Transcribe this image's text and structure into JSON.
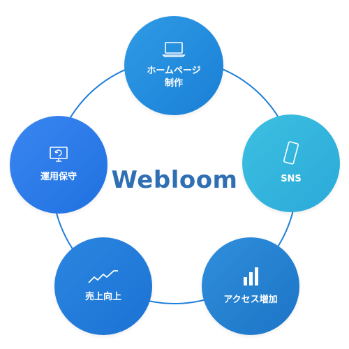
{
  "center": {
    "title": "Webloom"
  },
  "nodes": [
    {
      "id": "top",
      "label": "ホームページ\n制作",
      "icon": "laptop-icon"
    },
    {
      "id": "right",
      "label": "SNS",
      "icon": "smartphone-icon"
    },
    {
      "id": "bottom_right",
      "label": "アクセス増加",
      "icon": "bar-chart-icon"
    },
    {
      "id": "bottom_left",
      "label": "売上向上",
      "icon": "trend-line-icon"
    },
    {
      "id": "left",
      "label": "運用保守",
      "icon": "monitor-refresh-icon"
    }
  ],
  "colors": {
    "title": "#2f6fb3",
    "ring": "#1f7fd8"
  }
}
